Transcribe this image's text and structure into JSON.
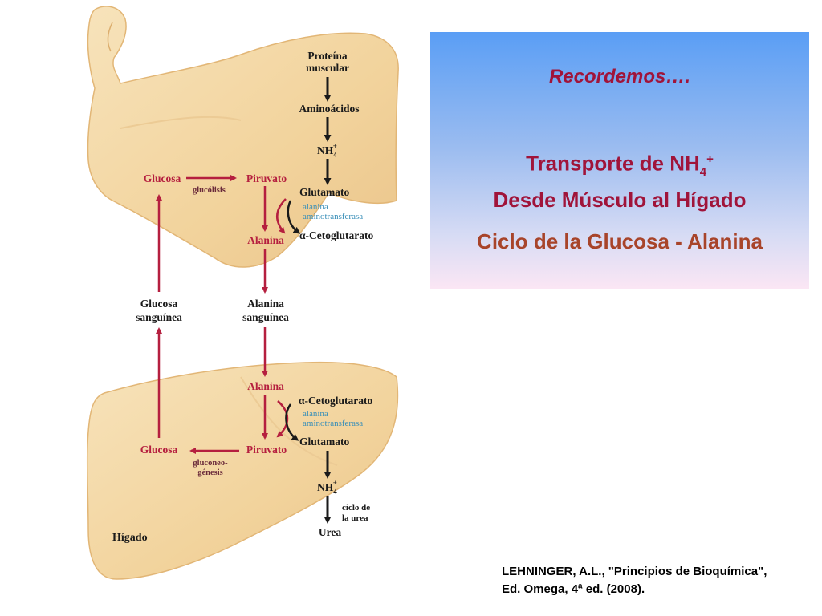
{
  "slide": {
    "heading": "Recordemos….",
    "title_line1_prefix": "Transporte de NH",
    "title_line1_sub": "4",
    "title_line1_sup": "+",
    "title_line2": "Desde Músculo al Hígado",
    "subtitle": "Ciclo de la Glucosa - Alanina",
    "reference_line1": "LEHNINGER, A.L., \"Principios de Bioquímica\",",
    "reference_line2": "Ed. Omega, 4ª ed. (2008)."
  },
  "diagram": {
    "muscle": {
      "proteina_l1": "Proteína",
      "proteina_l2": "muscular",
      "aminoacidos": "Aminoácidos",
      "nh4": "NH",
      "nh4_sub": "4",
      "nh4_sup": "+",
      "glutamato": "Glutamato",
      "enzyme_l1": "alanina",
      "enzyme_l2": "aminotransferasa",
      "cetoglutarato": "α-Cetoglutarato",
      "alanina": "Alanina",
      "piruvato": "Piruvato",
      "glucosa": "Glucosa",
      "glucolisis": "glucólisis"
    },
    "blood": {
      "glucosa_l1": "Glucosa",
      "glucosa_l2": "sanguínea",
      "alanina_l1": "Alanina",
      "alanina_l2": "sanguínea"
    },
    "liver": {
      "organ_label": "Hígado",
      "alanina": "Alanina",
      "cetoglutarato": "α-Cetoglutarato",
      "enzyme_l1": "alanina",
      "enzyme_l2": "aminotransferasa",
      "glutamato": "Glutamato",
      "piruvato": "Piruvato",
      "glucosa": "Glucosa",
      "gluconeo_l1": "gluconeo-",
      "gluconeo_l2": "génesis",
      "nh4": "NH",
      "nh4_sub": "4",
      "nh4_sup": "+",
      "urea_cycle_l1": "ciclo de",
      "urea_cycle_l2": "la urea",
      "urea": "Urea"
    },
    "colors": {
      "tissue": "#f3d9a6",
      "tissue_edge": "#e6bd7e",
      "red_arrow": "#b51f3f",
      "black_arrow": "#1a1a1a",
      "enzyme_text": "#3a8fb8"
    }
  }
}
